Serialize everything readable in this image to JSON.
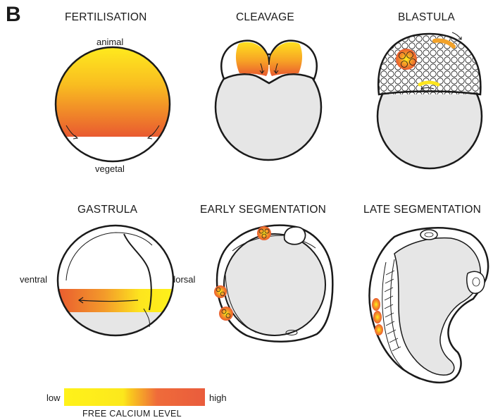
{
  "figure": {
    "panel_letter": "B",
    "stages": [
      {
        "title": "FERTILISATION"
      },
      {
        "title": "CLEAVAGE"
      },
      {
        "title": "BLASTULA"
      },
      {
        "title": "GASTRULA"
      },
      {
        "title": "EARLY SEGMENTATION"
      },
      {
        "title": "LATE SEGMENTATION"
      }
    ],
    "labels": {
      "animal": "animal",
      "vegetal": "vegetal",
      "ventral": "ventral",
      "dorsal": "dorsal"
    },
    "legend": {
      "low": "low",
      "high": "high",
      "caption": "FREE CALCIUM LEVEL",
      "colors": [
        "#fff21a",
        "#f9c81e",
        "#ef6b3a",
        "#e95c3c"
      ]
    },
    "colors": {
      "outline": "#1a1a1a",
      "yolk": "#e6e6e6",
      "calcium_low": "#ffe81e",
      "calcium_high": "#e95a30"
    }
  }
}
